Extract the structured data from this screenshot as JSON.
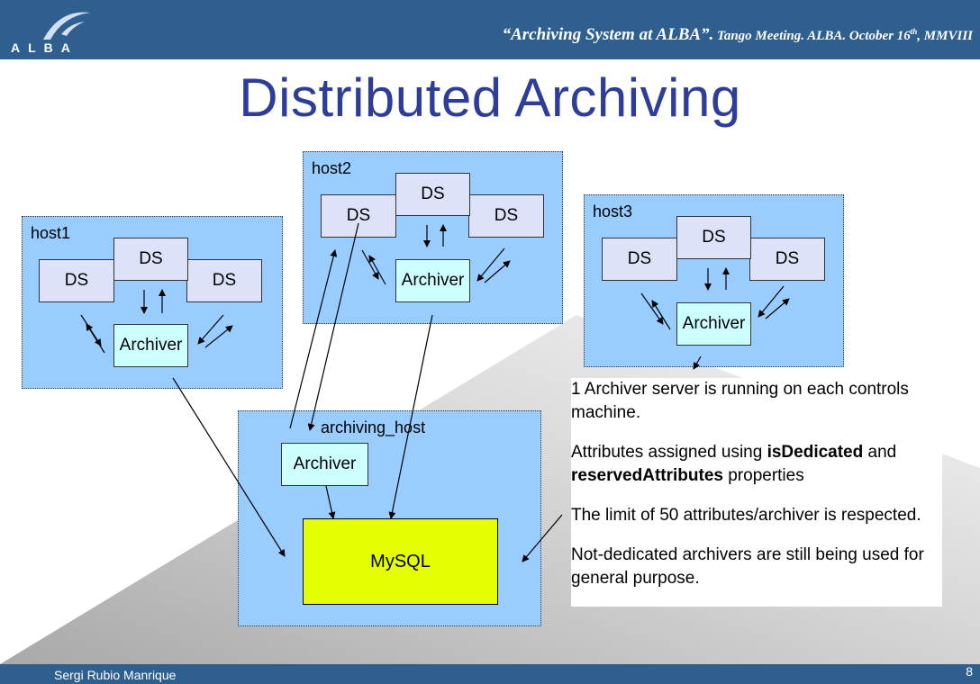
{
  "header": {
    "quote_title": "“Archiving System at ALBA”.",
    "meeting": " Tango Meeting.  ALBA.  October 16",
    "ordinal": "th",
    "year": ", MMVIII",
    "logo_text": "ALBA"
  },
  "slide": {
    "title": "Distributed Archiving"
  },
  "hosts": {
    "host1": {
      "label": "host1",
      "ds_left": "DS",
      "ds_center": "DS",
      "ds_right": "DS",
      "archiver": "Archiver"
    },
    "host2": {
      "label": "host2",
      "ds_left": "DS",
      "ds_center": "DS",
      "ds_right": "DS",
      "archiver": "Archiver"
    },
    "host3": {
      "label": "host3",
      "ds_left": "DS",
      "ds_center": "DS",
      "ds_right": "DS",
      "archiver": "Archiver"
    },
    "archiving_host": {
      "label": "archiving_host",
      "archiver": "Archiver",
      "db": "MySQL"
    }
  },
  "description": {
    "p1": "1 Archiver server is running on each controls machine.",
    "p2_prefix": "Attributes assigned using ",
    "p2_bold1": "isDedicated",
    "p2_mid": " and ",
    "p2_bold2": "reservedAttributes",
    "p2_suffix": " properties",
    "p3": "The limit of 50 attributes/archiver is respected.",
    "p4": "Not-dedicated archivers are still being used for general purpose."
  },
  "footer": {
    "author": "Sergi Rubio Manrique",
    "page": "8"
  },
  "colors": {
    "header_bar": "#2f5f8f",
    "title": "#2e3d9a",
    "host_bg": "#99ccff",
    "ds_bg": "#dde2f8",
    "archiver_bg": "#ccffff",
    "mysql_bg": "#e6ff00"
  }
}
